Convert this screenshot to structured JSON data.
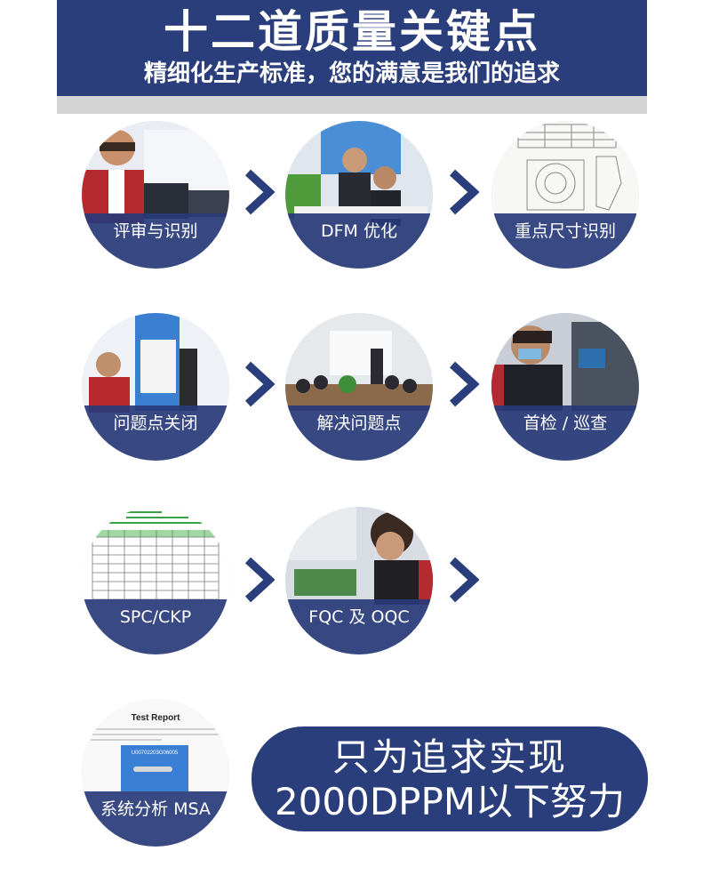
{
  "header": {
    "title": "十二道质量关键点",
    "subtitle": "精细化生产标准，您的满意是我们的追求"
  },
  "steps": [
    {
      "label": "评审与识别",
      "icon": "review-meeting-photo"
    },
    {
      "label": "DFM 优化",
      "icon": "dfm-team-photo"
    },
    {
      "label": "重点尺寸识别",
      "icon": "technical-drawing-photo"
    },
    {
      "label": "问题点关闭",
      "icon": "inspection-machine-photo"
    },
    {
      "label": "解决问题点",
      "icon": "meeting-room-photo"
    },
    {
      "label": "首检 / 巡查",
      "icon": "cnc-inspection-photo"
    },
    {
      "label": "SPC/CKP",
      "icon": "spc-chart-photo"
    },
    {
      "label": "FQC 及 OQC",
      "icon": "quality-check-photo"
    },
    {
      "label": "系统分析 MSA",
      "icon": "test-report-photo"
    }
  ],
  "goal": {
    "line1": "只为追求实现",
    "line2": "2000DPPM以下努力"
  },
  "report": {
    "title": "Test Report",
    "id_text": "U00702203G06005"
  },
  "colors": {
    "primary": "#2b3e7c",
    "band": "#283a78",
    "arrow": "#2b3e7c",
    "divider": "#d4d4d4"
  }
}
